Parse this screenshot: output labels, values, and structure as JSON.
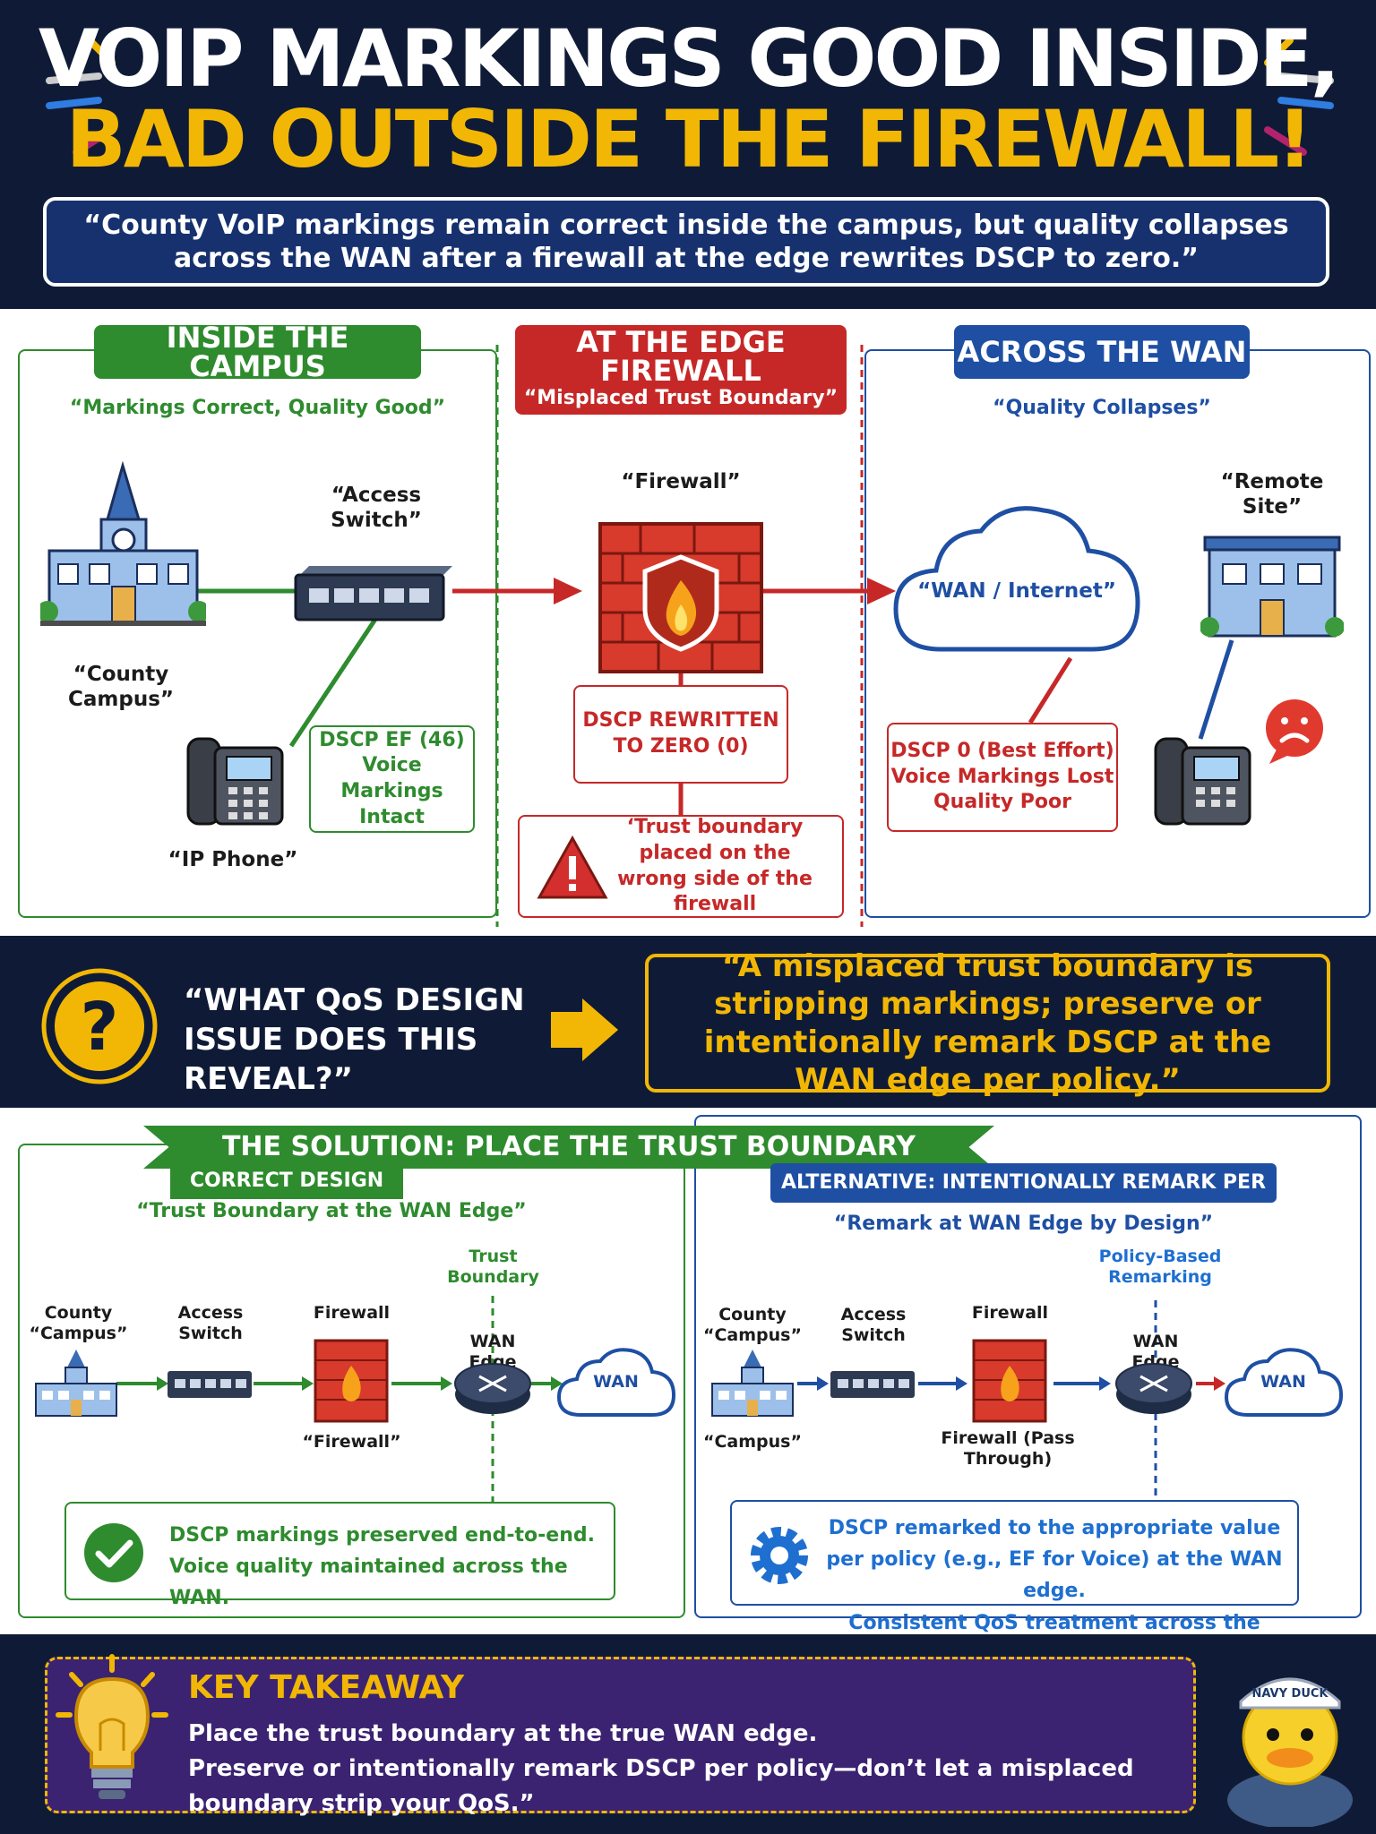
{
  "header": {
    "title_line1": "VOIP MARKINGS GOOD INSIDE,",
    "title_line2": "BAD OUTSIDE THE FIREWALL!",
    "quote": "“County VoIP markings remain correct inside the campus, but quality collapses across the WAN after a firewall at the edge rewrites DSCP to zero.”"
  },
  "campus": {
    "heading": "INSIDE THE CAMPUS",
    "subtitle": "“Markings Correct, Quality Good”",
    "campus_label": "“County Campus”",
    "switch_label": "“Access Switch”",
    "phone_label": "“IP Phone”",
    "marking_box": "DSCP EF (46) Voice Markings Intact"
  },
  "edge": {
    "heading": "AT THE EDGE FIREWALL",
    "heading_sub": "“Misplaced Trust Boundary”",
    "firewall_label": "“Firewall”",
    "rewrite_box": "DSCP REWRITTEN TO ZERO (0)",
    "warning_box": "‘Trust boundary placed on the wrong side of the firewall"
  },
  "wan": {
    "heading": "ACROSS THE WAN",
    "subtitle": "“Quality Collapses”",
    "cloud_label": "“WAN / Internet”",
    "remote_label": "“Remote Site”",
    "lost_box": "DSCP 0 (Best Effort) Voice Markings Lost Quality Poor"
  },
  "question": {
    "text": "“WHAT QoS DESIGN ISSUE DOES THIS REVEAL?”",
    "answer": "“A misplaced trust boundary is stripping markings; preserve or intentionally remark DSCP at the WAN edge per policy.”"
  },
  "solution": {
    "banner": "THE SOLUTION: PLACE THE TRUST BOUNDARY CORRECTLY",
    "correct": {
      "heading": "CORRECT DESIGN",
      "subtitle": "“Trust Boundary at the WAN Edge”",
      "campus_label": "County “Campus”",
      "switch_label": "Access Switch",
      "firewall_label": "Firewall",
      "firewall_caption": "“Firewall”",
      "edge_label": "WAN Edge",
      "boundary_label": "Trust Boundary",
      "cloud_label": "WAN",
      "result_line1": "DSCP markings preserved end-to-end.",
      "result_line2": "Voice quality maintained across the WAN."
    },
    "alternative": {
      "heading": "ALTERNATIVE: INTENTIONALLY REMARK PER POLICY",
      "subtitle": "“Remark at WAN Edge by Design”",
      "campus_label": "County “Campus”",
      "campus_caption": "“Campus”",
      "switch_label": "Access Switch",
      "firewall_label": "Firewall",
      "firewall_caption": "Firewall (Pass Through)",
      "edge_label": "WAN Edge",
      "policy_label": "Policy-Based Remarking",
      "cloud_label": "WAN",
      "result_line1": "DSCP remarked to the appropriate value",
      "result_line2": "per policy (e.g., EF for Voice) at the WAN edge.",
      "result_line3": "Consistent QoS treatment across the WAN.”"
    }
  },
  "takeaway": {
    "heading": "KEY TAKEAWAY",
    "line1": "Place the trust boundary at the true WAN edge.",
    "line2": "Preserve or intentionally remark DSCP per policy—don’t let a misplaced boundary strip your QoS.”",
    "mascot_cap": "NAVY DUCK"
  },
  "colors": {
    "navy": "#0f1b36",
    "gold": "#f2b705",
    "green": "#2e8b2e",
    "red": "#c62828",
    "blue": "#1e4fa3",
    "purple": "#3b2372"
  }
}
